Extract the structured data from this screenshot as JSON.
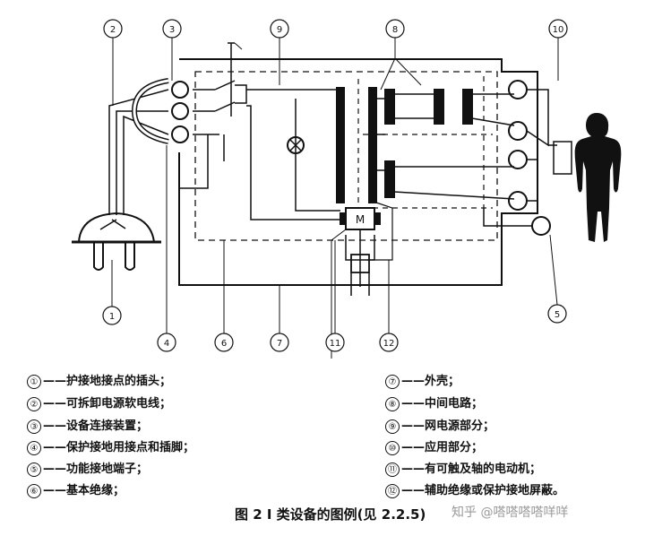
{
  "callouts": [
    "①",
    "②",
    "③",
    "④",
    "⑤",
    "⑥",
    "⑦",
    "⑧",
    "⑨",
    "⑩",
    "⑪",
    "⑫"
  ],
  "callout_numbers": [
    "1",
    "2",
    "3",
    "4",
    "5",
    "6",
    "7",
    "8",
    "9",
    "10",
    "11",
    "12"
  ],
  "motor_label": "M",
  "legend": [
    {
      "num": "①",
      "text": "护接地接点的插头；"
    },
    {
      "num": "②",
      "text": "可拆卸电源软电线；"
    },
    {
      "num": "③",
      "text": "设备连接装置；"
    },
    {
      "num": "④",
      "text": "保护接地用接点和插脚；"
    },
    {
      "num": "⑤",
      "text": "功能接地端子；"
    },
    {
      "num": "⑥",
      "text": "基本绝缘；"
    },
    {
      "num": "⑦",
      "text": "外壳；"
    },
    {
      "num": "⑧",
      "text": "中间电路；"
    },
    {
      "num": "⑨",
      "text": "网电源部分；"
    },
    {
      "num": "⑩",
      "text": "应用部分；"
    },
    {
      "num": "⑪",
      "text": "有可触及轴的电动机；"
    },
    {
      "num": "⑫",
      "text": "辅助绝缘或保护接地屏蔽。"
    }
  ],
  "caption": "图 2   I 类设备的图例(见 2.2.5)",
  "watermark": "知乎 @嗒嗒嗒嗒咩咩"
}
